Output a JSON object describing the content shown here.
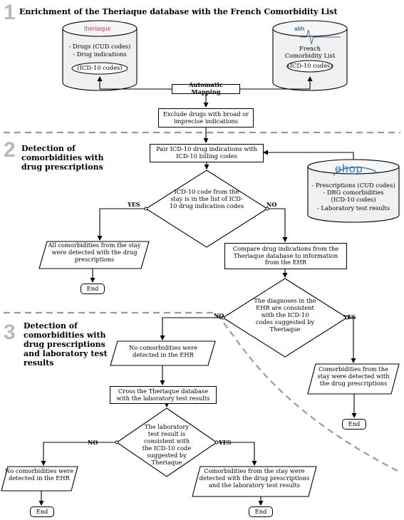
{
  "sections": [
    {
      "number": "1",
      "title": "Enrichment of the Theriaque database with the French Comorbidity List"
    },
    {
      "number": "2",
      "title": "Detection of comorbidities with drug prescriptions"
    },
    {
      "number": "3",
      "title": "Detection of comorbidities with drug prescriptions and laboratory test results"
    }
  ],
  "databases": {
    "theriaque": {
      "logo": "thériaque",
      "lines": [
        "- Drugs (CUD codes)",
        "- Drug indications"
      ],
      "codes": "(ICD-10 codes)"
    },
    "atih": {
      "logo": "atih",
      "lines": [
        "French",
        "Comorbidity List"
      ],
      "codes": "(ICD-10 codes)"
    },
    "ehop": {
      "logo": "ehop",
      "lines": [
        "- Prescriptions (CUD codes)",
        "- DRG comorbidities",
        "(ICD-10 codes)",
        "- Laboratory test results"
      ]
    }
  },
  "nodes": {
    "automatic_mapping": "Automatic Mapping",
    "exclude": "Exclude drugs with broad or imprecise indications",
    "pair": "Pair ICD-10 drug indications with ICD-10 billing codes",
    "decision1": "ICD-10 code from the stay is in the list of ICD-10 drug indication codes",
    "all_detected": "All comorbidities from the stay were detected with the drug prescriptions",
    "end1": "End",
    "compare": "Compare drug indications from the Theriaque database to information from the EHR",
    "decision2": "The diagnoses in the EHR are consistent with the ICD-10 codes suggested by Theriaque",
    "from_stay_detected": "Comorbidities from the stay were detected with the drug prescriptions",
    "end2": "End",
    "none_detected_ehr": "No comorbidities were detected in the EHR",
    "cross": "Cross the Theriaque database with the laboratory test results",
    "decision3": "The laboratory test result is consistent with the ICD-10 code suggested by Theriaque",
    "none_detected": "No comorbidities were detected in the EHR",
    "end3": "End",
    "lab_detected": "Comorbidities from the stay were detected with the drug prescriptions and the laboratory test results",
    "end4": "End"
  },
  "labels": {
    "yes": "YES",
    "no": "NO"
  },
  "colors": {
    "separator": "#9a9a9a",
    "section_number": "#b9b9b9",
    "ehop_blue": "#2a7bbd",
    "atih_blue": "#3a6fb0",
    "theriaque_pink": "#c0507a"
  }
}
